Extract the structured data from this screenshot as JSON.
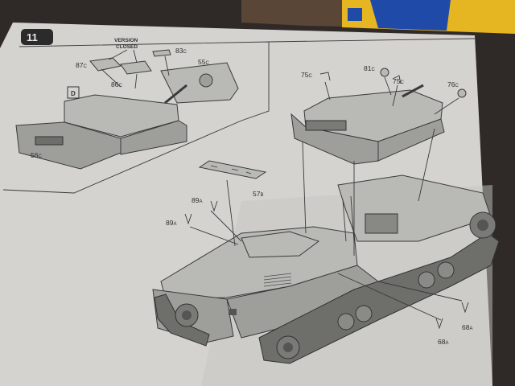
{
  "step": {
    "number": "11"
  },
  "variant": {
    "line1": "VERSION",
    "line2": "CLOSED"
  },
  "inset": {
    "letter": "D"
  },
  "callouts": {
    "p83c": {
      "num": "83",
      "suffix": "C"
    },
    "p87c": {
      "num": "87",
      "suffix": "C"
    },
    "p86c": {
      "num": "86",
      "suffix": "C"
    },
    "p55c": {
      "num": "55",
      "suffix": "C"
    },
    "p56c": {
      "num": "56",
      "suffix": "C"
    },
    "p75c_a": {
      "num": "75",
      "suffix": "C"
    },
    "p81c": {
      "num": "81",
      "suffix": "C"
    },
    "p75c_b": {
      "num": "75",
      "suffix": "C"
    },
    "p76c": {
      "num": "76",
      "suffix": "C"
    },
    "p57b": {
      "num": "57",
      "suffix": "B"
    },
    "p89a_a": {
      "num": "89",
      "suffix": "A"
    },
    "p89a_b": {
      "num": "89",
      "suffix": "A"
    },
    "p68a_a": {
      "num": "68",
      "suffix": "A"
    },
    "p68a_b": {
      "num": "68",
      "suffix": "A"
    }
  },
  "colors": {
    "paper": "#d4d3cf",
    "ink": "#2d2d2d",
    "box_yellow": "#e6b522",
    "box_blue": "#1f4aa8"
  }
}
